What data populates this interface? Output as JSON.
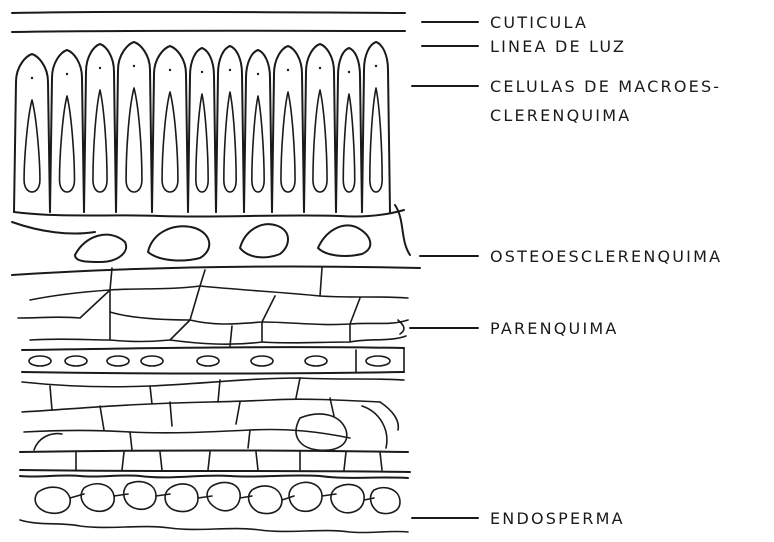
{
  "labels": {
    "cuticula": "CUTICULA",
    "linea_de_luz": "LINEA DE LUZ",
    "macro_line1": "CELULAS DE MACROES-",
    "macro_line2": "CLERENQUIMA",
    "osteo": "OSTEOESCLERENQUIMA",
    "parenquima": "PARENQUIMA",
    "endosperma": "ENDOSPERMA"
  },
  "colors": {
    "ink": "#1a1a1a",
    "background": "#ffffff"
  }
}
